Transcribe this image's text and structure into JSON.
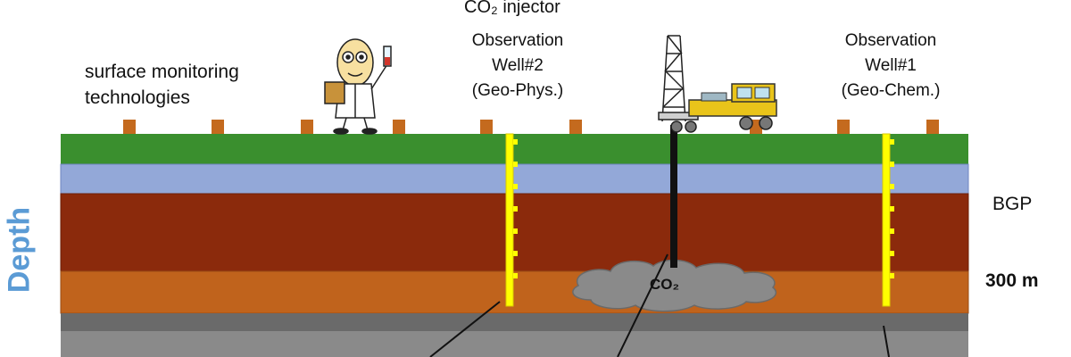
{
  "labels": {
    "injector": "CO₂ injector",
    "surface_monitoring": [
      "surface monitoring",
      "technologies"
    ],
    "well2": [
      "Observation",
      "Well#2",
      "(Geo-Phys.)"
    ],
    "well1": [
      "Observation",
      "Well#1",
      "(Geo-Chem.)"
    ],
    "bgp": "BGP",
    "depth_300": "300 m",
    "depth_axis": "Depth",
    "plume": "CO₂"
  },
  "colors": {
    "ground_green": "#3a8f2e",
    "aquifer_blue": "#93a8d8",
    "rock_brown": "#8b2a0c",
    "reservoir_orange": "#c0631c",
    "caprock_dark": "#6a6a6a",
    "basement_grey": "#8a8a8a",
    "well_yellow": "#ffff00",
    "surface_sensor": "#c46a1e",
    "plume_grey": "#8a8a8a",
    "depth_blue": "#5b9bd5"
  },
  "icons": [
    "scientist-icon",
    "drilling-rig-icon",
    "truck-icon",
    "co2-plume-icon"
  ]
}
